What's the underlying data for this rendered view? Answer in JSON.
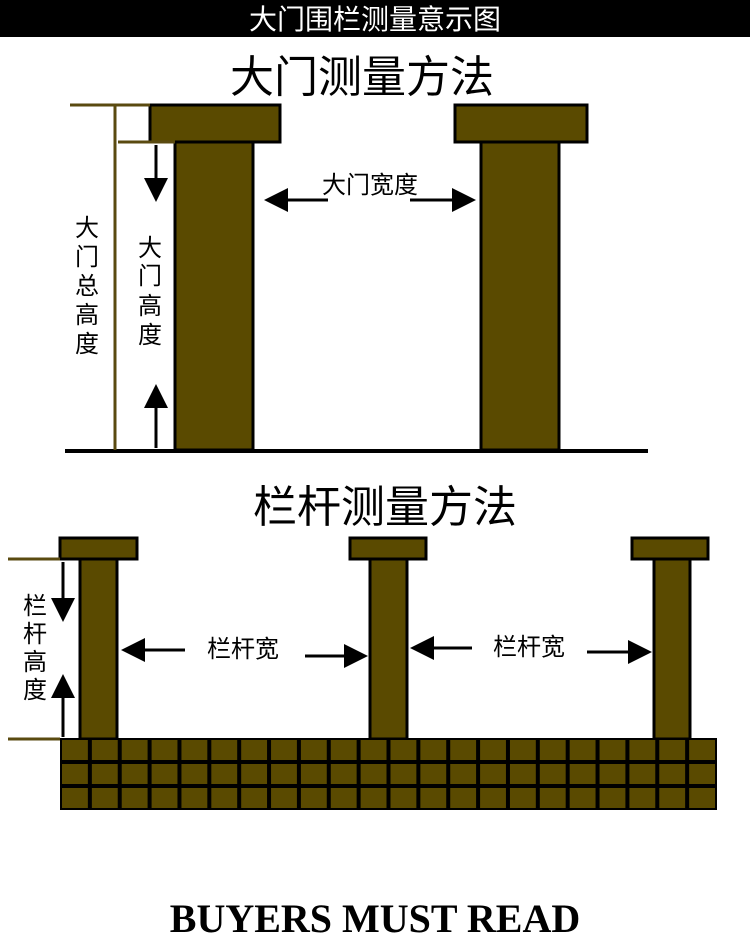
{
  "header": {
    "title": "大门围栏测量意示图"
  },
  "gate_section": {
    "title": "大门测量方法",
    "width_label": "大门宽度",
    "height_label": [
      "大",
      "门",
      "高",
      "度"
    ],
    "total_height_label": [
      "大",
      "门",
      "总",
      "高",
      "度"
    ]
  },
  "rail_section": {
    "title": "栏杆测量方法",
    "height_label": [
      "栏",
      "杆",
      "高",
      "度"
    ],
    "width_label_1": "栏杆宽",
    "width_label_2": "栏杆宽"
  },
  "footer": {
    "text": "BUYERS MUST READ"
  },
  "colors": {
    "post": "#5a4a00",
    "measure_line": "#5a4a10",
    "header_bg": "#000000"
  }
}
